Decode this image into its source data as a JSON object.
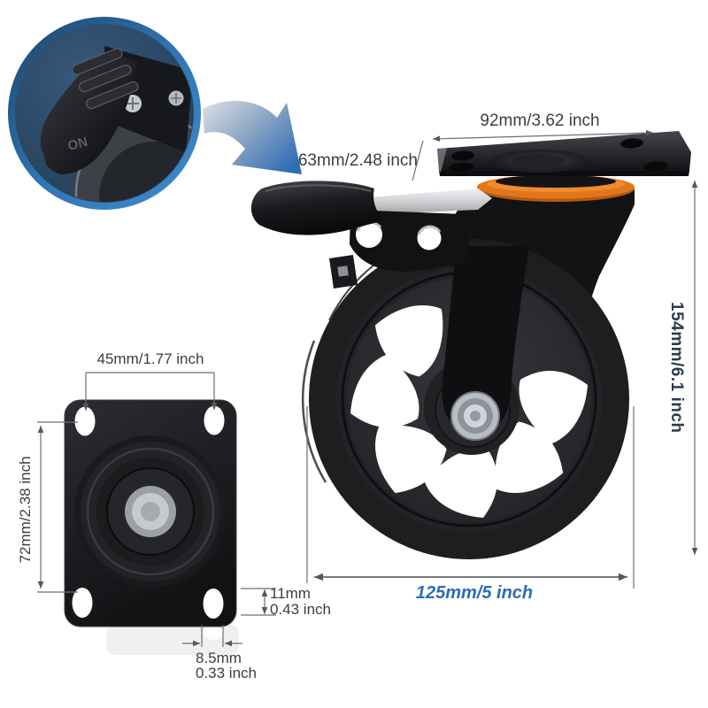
{
  "image": {
    "type": "product-dimension-diagram",
    "subject": "swivel plate caster wheel with brake"
  },
  "inset": {
    "embossed_text": "ON"
  },
  "dimensions": {
    "top_plate_width": "92mm/3.62 inch",
    "top_plate_depth": "63mm/2.48 inch",
    "overall_height": "154mm/6.1 inch",
    "wheel_diameter": "125mm/5 inch",
    "bolt_hole_spacing_width": "45mm/1.77 inch",
    "bolt_hole_spacing_height": "72mm/2.38 inch",
    "hole_to_edge": {
      "mm": "11mm",
      "inch": "0.43 inch"
    },
    "bolt_hole_size": {
      "mm": "8.5mm",
      "inch": "0.33 inch"
    }
  },
  "colors": {
    "accent_blue": "#2e6cb5",
    "dim_text": "#3d3d3f",
    "height_text": "#2c3b4e",
    "inset_ring": "#2f74b3",
    "inset_bg": "#2b4a63",
    "orange_seal": "#e2761a",
    "dim_line": "#6e6e72"
  }
}
